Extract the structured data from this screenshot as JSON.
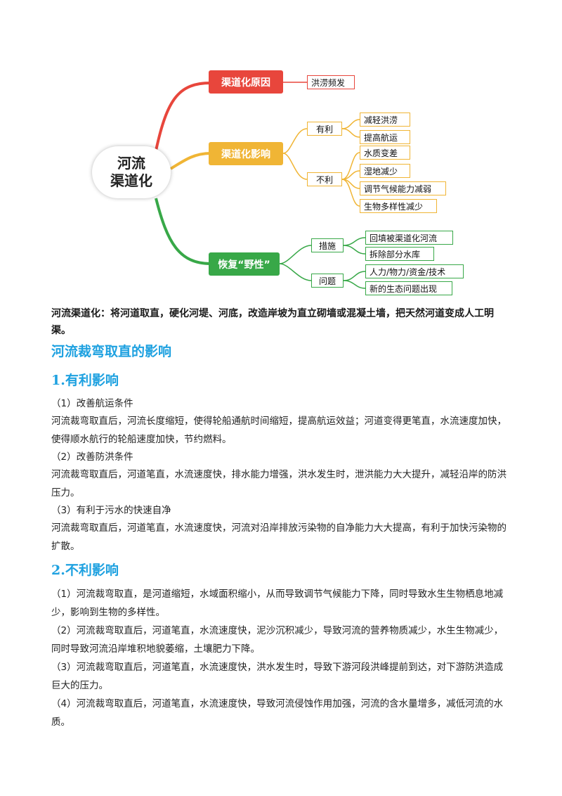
{
  "mindmap": {
    "center_line1": "河流",
    "center_line2": "渠道化",
    "colors": {
      "red": "#e8463c",
      "yellow": "#f0b535",
      "green": "#38a848"
    },
    "branch_cause": {
      "label": "渠道化原因",
      "leaf": "洪涝频发"
    },
    "branch_impact": {
      "label": "渠道化影响",
      "pos_label": "有利",
      "pos_items": [
        "减轻洪涝",
        "提高航运"
      ],
      "neg_label": "不利",
      "neg_items": [
        "水质变差",
        "湿地减少",
        "调节气候能力减弱",
        "生物多样性减少"
      ]
    },
    "branch_restore": {
      "label": "恢复“野性”",
      "measures_label": "措施",
      "measures_items": [
        "回填被渠道化河流",
        "拆除部分水库"
      ],
      "problems_label": "问题",
      "problems_items": [
        "人力/物力/资金/技术",
        "新的生态问题出现"
      ]
    }
  },
  "definition": "河流渠道化：将河道取直，硬化河堤、河底，改造岸坡为直立砌墙或混凝土墙，把天然河道变成人工明渠。",
  "section_title": "河流裁弯取直的影响",
  "favorable": {
    "heading": "1.有利影响",
    "items": [
      {
        "sub": "（1）改善航运条件",
        "text": "河流裁弯取直后，河流长度缩短，使得轮船通航时间缩短，提高航运效益；河道变得更笔直，水流速度加快，使得顺水航行的轮船速度加快，节约燃料。"
      },
      {
        "sub": "（2）改善防洪条件",
        "text": "河流裁弯取直后，河道笔直，水流速度快，排水能力增强，洪水发生时，泄洪能力大大提升，减轻沿岸的防洪压力。"
      },
      {
        "sub": "（3）有利于污水的快速自净",
        "text": "河流裁弯取直后，河道笔直，水流速度快，河流对沿岸排放污染物的自净能力大大提高，有利于加快污染物的扩散。"
      }
    ]
  },
  "unfavorable": {
    "heading": "2.不利影响",
    "items": [
      "（1）河流裁弯取直，是河道缩短，水域面积缩小，从而导致调节气候能力下降，同时导致水生生物栖息地减少，影响到生物的多样性。",
      "（2）河流裁弯取直后，河道笔直，水流速度快，泥沙沉积减少，导致河流的营养物质减少，水生生物减少，同时导致河流沿岸堆积地貌萎缩，土壤肥力下降。",
      "（3）河流裁弯取直后，河道笔直，水流速度快，洪水发生时，导致下游河段洪峰提前到达，对下游防洪造成巨大的压力。",
      "（4）河流裁弯取直后，河道笔直，水流速度快，导致河流侵蚀作用加强，河流的含水量增多，减低河流的水质。"
    ]
  }
}
